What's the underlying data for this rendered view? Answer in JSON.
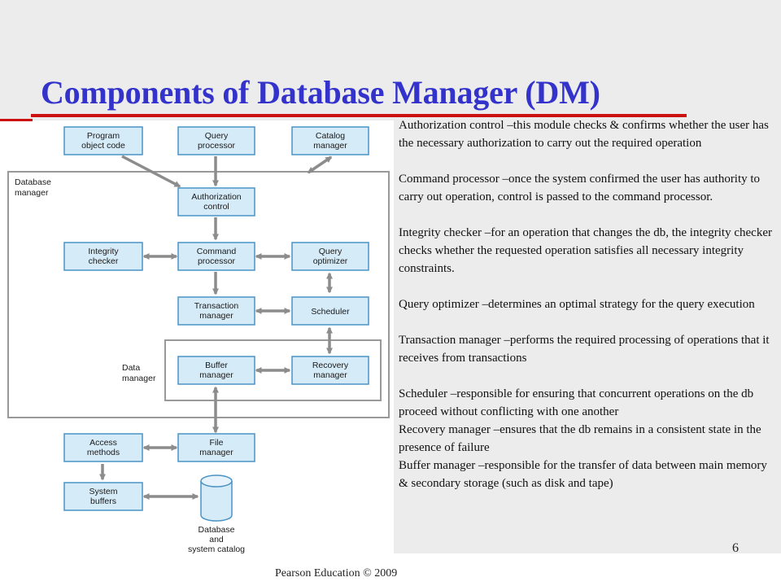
{
  "slide": {
    "title": "Components of Database Manager (DM)",
    "footer": "Pearson Education © 2009",
    "page_number": "6"
  },
  "diagram": {
    "regions": {
      "database_manager": [
        "Database",
        "manager"
      ],
      "data_manager": [
        "Data",
        "manager"
      ]
    },
    "boxes": {
      "program_object_code": [
        "Program",
        "object code"
      ],
      "query_processor": [
        "Query",
        "processor"
      ],
      "catalog_manager": [
        "Catalog",
        "manager"
      ],
      "authorization_control": [
        "Authorization",
        "control"
      ],
      "integrity_checker": [
        "Integrity",
        "checker"
      ],
      "command_processor": [
        "Command",
        "processor"
      ],
      "query_optimizer": [
        "Query",
        "optimizer"
      ],
      "transaction_manager": [
        "Transaction",
        "manager"
      ],
      "scheduler": [
        "Scheduler"
      ],
      "buffer_manager": [
        "Buffer",
        "manager"
      ],
      "recovery_manager": [
        "Recovery",
        "manager"
      ],
      "access_methods": [
        "Access",
        "methods"
      ],
      "file_manager": [
        "File",
        "manager"
      ],
      "system_buffers": [
        "System",
        "buffers"
      ]
    },
    "storage": [
      "Database",
      "and",
      "system catalog"
    ],
    "colors": {
      "box_fill": "#d6ebf8",
      "box_stroke": "#4a93c6",
      "arrow": "#8c8c8c",
      "region_stroke": "#999999",
      "title": "#3333cc",
      "rule": "#cc1111"
    }
  },
  "descriptions": [
    "Authorization control –this module checks & confirms whether the user has the necessary authorization to carry out the required operation",
    "Command processor –once the system confirmed the user has authority to carry out operation, control is passed to the command processor.",
    "Integrity checker –for an operation that changes the db, the integrity checker checks whether the requested operation satisfies all necessary integrity constraints.",
    "Query optimizer –determines an optimal strategy for the query execution",
    "Transaction manager –performs the required processing of operations that it receives from transactions",
    "Scheduler –responsible for ensuring that concurrent operations on the db proceed without conflicting with one another",
    "Recovery manager –ensures that the db remains in a consistent state in the presence of failure",
    "Buffer manager –responsible for the transfer of data between main memory & secondary storage (such as disk and tape)"
  ]
}
